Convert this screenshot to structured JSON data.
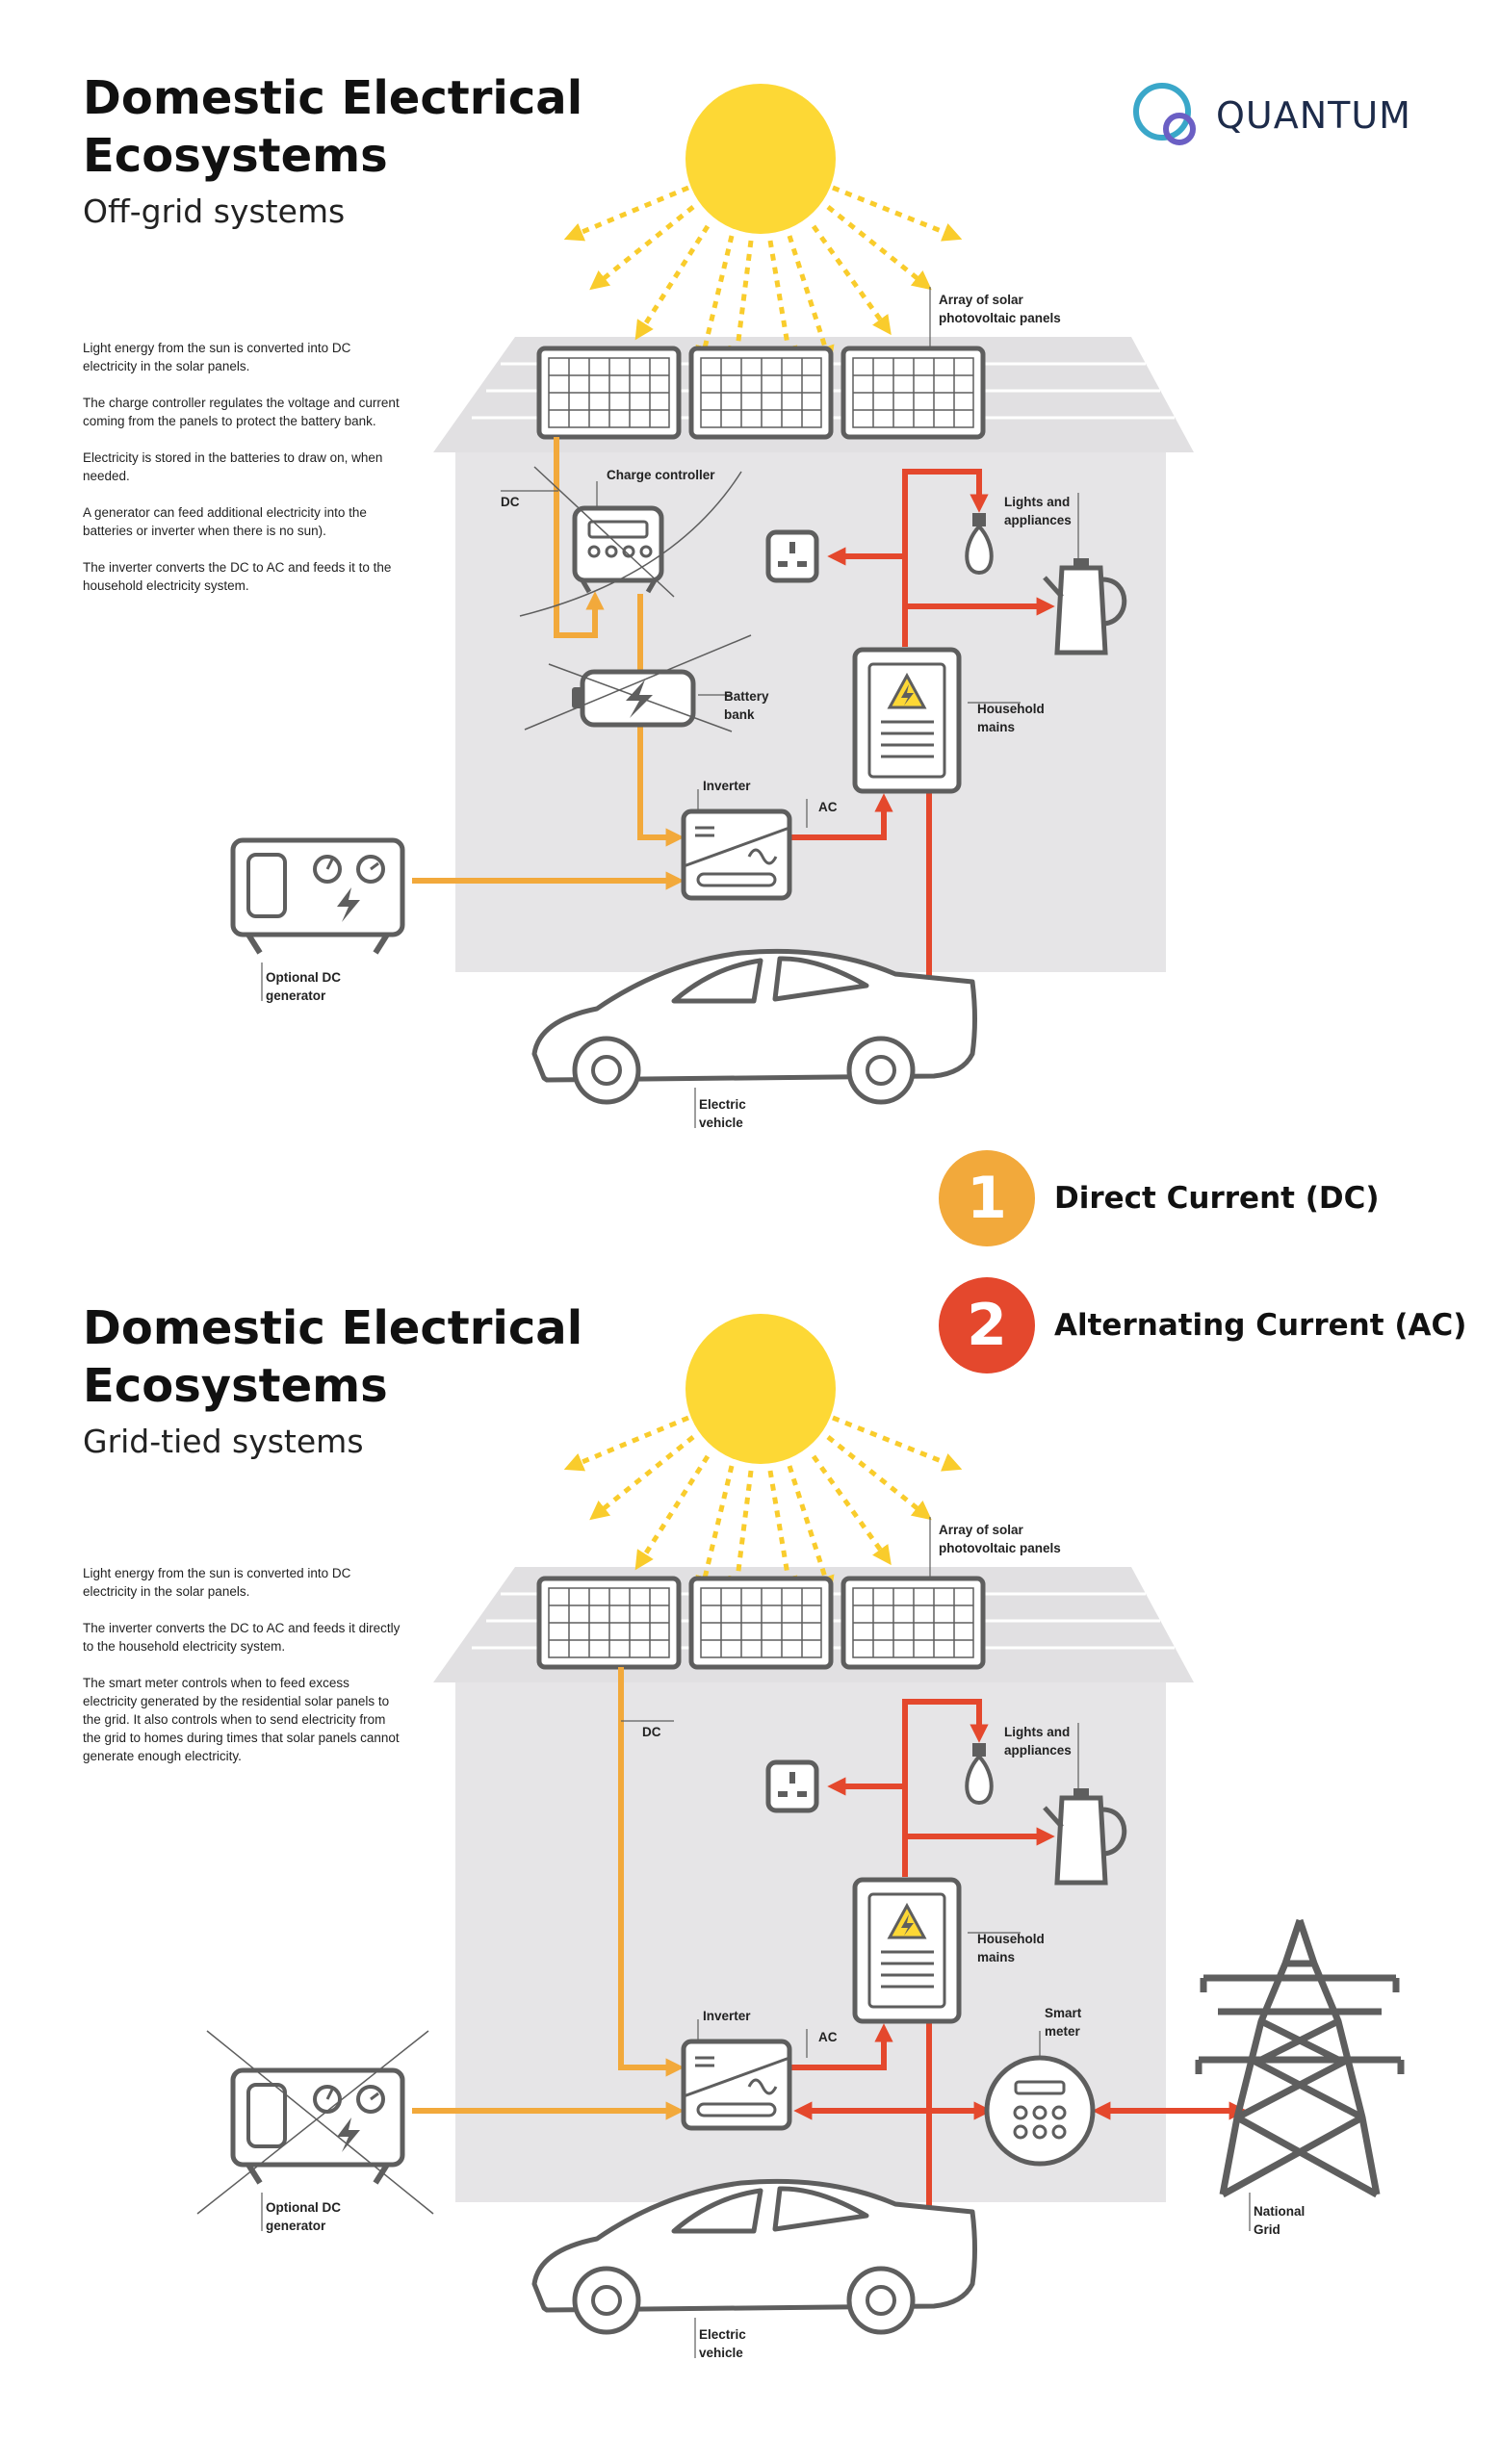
{
  "brand": {
    "name": "QUANTUM",
    "logo_icon": "quantum-logo-icon"
  },
  "colors": {
    "dc": "#f2a93b",
    "ac": "#e4482d",
    "sun": "#fdd835",
    "sun_ray": "#f9cc2c",
    "house": "#e6e5e7",
    "roof": "#e1e0e2",
    "outline": "#5e5e5e"
  },
  "legend": [
    {
      "number": "1",
      "label": "Direct Current (DC)",
      "color": "#f2a93b"
    },
    {
      "number": "2",
      "label": "Alternating Current (AC)",
      "color": "#e4482d"
    }
  ],
  "offgrid": {
    "title": "Domestic Electrical Ecosystems",
    "subtitle": "Off-grid systems",
    "description": [
      "Light energy from the sun is converted into DC electricity in the solar panels.",
      "The charge controller regulates the voltage and current coming from the panels to protect the battery bank.",
      "Electricity is stored in the batteries to draw on, when needed.",
      "A generator can feed additional electricity into the batteries or inverter when there is no sun).",
      "The inverter converts the DC to AC and feeds it to the household electricity system."
    ],
    "labels": {
      "panels": "Array of solar\nphotovoltaic panels",
      "charge_controller": "Charge controller",
      "dc": "DC",
      "lights": "Lights and\nappliances",
      "battery": "Battery\nbank",
      "mains": "Household\nmains",
      "inverter": "Inverter",
      "ac": "AC",
      "generator": "Optional DC\ngenerator",
      "vehicle": "Electric\nvehicle"
    }
  },
  "gridtied": {
    "title": "Domestic Electrical Ecosystems",
    "subtitle": "Grid-tied systems",
    "description": [
      "Light energy from the sun is converted into DC electricity in the solar panels.",
      "The inverter converts the DC to AC and feeds it directly to the household electricity system.",
      "The smart meter controls when to feed excess electricity generated by the residential solar panels to the grid. It also controls when to send electricity from the grid to homes during times that solar panels cannot generate enough electricity."
    ],
    "labels": {
      "panels": "Array of solar\nphotovoltaic panels",
      "dc": "DC",
      "lights": "Lights and\nappliances",
      "mains": "Household\nmains",
      "inverter": "Inverter",
      "ac": "AC",
      "smart_meter": "Smart\nmeter",
      "generator": "Optional DC\ngenerator",
      "vehicle": "Electric\nvehicle",
      "grid": "National\nGrid"
    }
  }
}
